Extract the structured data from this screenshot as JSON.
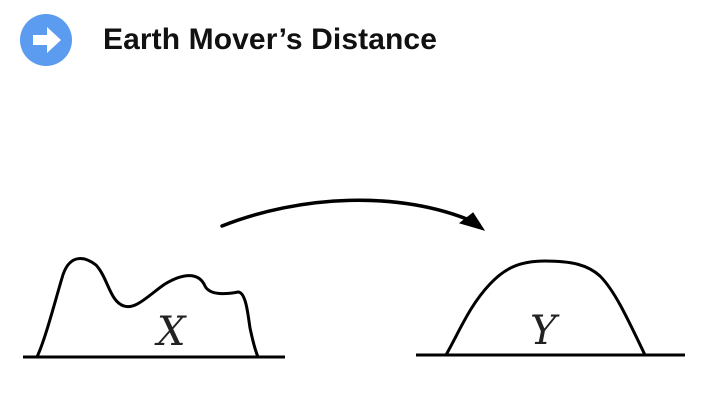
{
  "header": {
    "title": "Earth Mover’s Distance",
    "badge_icon": "right-arrow-circle-icon",
    "badge_color": "#5b9cf0"
  },
  "diagram": {
    "source_label": "X",
    "target_label": "Y",
    "stroke_color": "#000000"
  }
}
